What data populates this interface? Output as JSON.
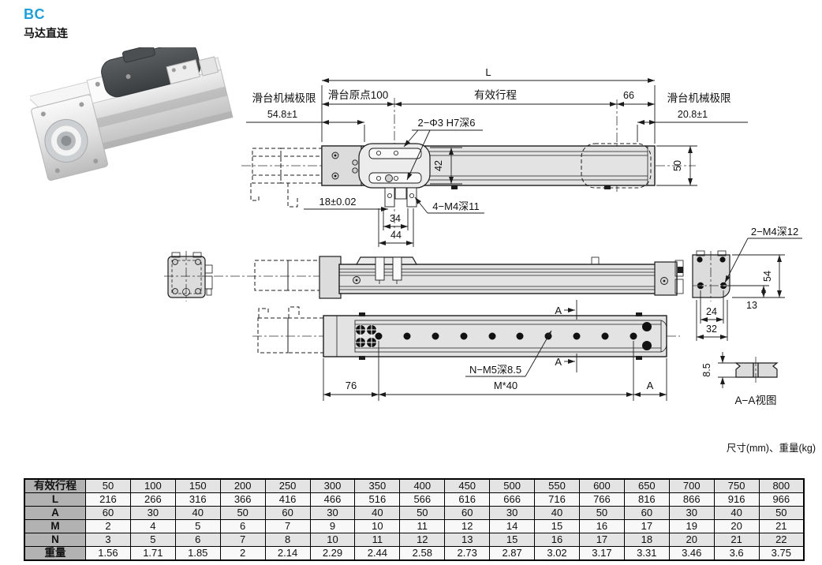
{
  "header": {
    "title": "BC",
    "subtitle": "马达直连",
    "accent_color": "#1d9fd8"
  },
  "drawings": {
    "top": {
      "dim_L": "L",
      "dim_origin": "滑台原点100",
      "dim_stroke": "有效行程",
      "dim_66": "66",
      "limit_left_1": "滑台机械极限",
      "limit_left_2": "54.8±1",
      "limit_right_1": "滑台机械极限",
      "limit_right_2": "20.8±1",
      "note_holes": "2−Φ3 H7深6",
      "dim_42": "42",
      "dim_50": "50",
      "dim_18": "18±0.02",
      "dim_34": "34",
      "dim_44": "44",
      "note_m4": "4−M4深11"
    },
    "side": {
      "note_m4": "2−M4深12",
      "dim_54": "54",
      "dim_13": "13",
      "dim_24": "24",
      "dim_32": "32"
    },
    "bottom": {
      "dim_76": "76",
      "dim_m40": "M*40",
      "dim_a": "A",
      "note_m5": "N−M5深8.5",
      "marker_a_top": "A",
      "marker_a_bottom": "A"
    },
    "section": {
      "dim_85": "8.5",
      "label": "A−A视图"
    }
  },
  "table": {
    "note": "尺寸(mm)、重量(kg)",
    "rows": [
      {
        "label": "有效行程",
        "values": [
          "50",
          "100",
          "150",
          "200",
          "250",
          "300",
          "350",
          "400",
          "450",
          "500",
          "550",
          "600",
          "650",
          "700",
          "750",
          "800"
        ]
      },
      {
        "label": "L",
        "values": [
          "216",
          "266",
          "316",
          "366",
          "416",
          "466",
          "516",
          "566",
          "616",
          "666",
          "716",
          "766",
          "816",
          "866",
          "916",
          "966"
        ]
      },
      {
        "label": "A",
        "values": [
          "60",
          "30",
          "40",
          "50",
          "60",
          "30",
          "40",
          "50",
          "60",
          "30",
          "40",
          "50",
          "60",
          "30",
          "40",
          "50"
        ]
      },
      {
        "label": "M",
        "values": [
          "2",
          "4",
          "5",
          "6",
          "7",
          "9",
          "10",
          "11",
          "12",
          "14",
          "15",
          "16",
          "17",
          "19",
          "20",
          "21"
        ]
      },
      {
        "label": "N",
        "values": [
          "3",
          "5",
          "6",
          "7",
          "8",
          "10",
          "11",
          "12",
          "13",
          "15",
          "16",
          "17",
          "18",
          "20",
          "21",
          "22"
        ]
      },
      {
        "label": "重量",
        "values": [
          "1.56",
          "1.71",
          "1.85",
          "2",
          "2.14",
          "2.29",
          "2.44",
          "2.58",
          "2.73",
          "2.87",
          "3.02",
          "3.17",
          "3.31",
          "3.46",
          "3.6",
          "3.75"
        ]
      }
    ]
  }
}
